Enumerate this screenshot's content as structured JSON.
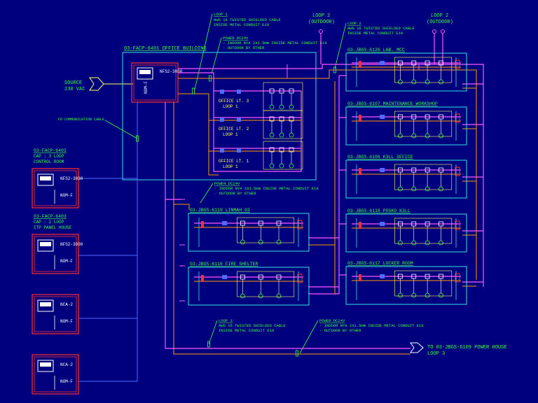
{
  "colors": {
    "background": "#00007f",
    "cyan": "#36e0e0",
    "green": "#3cff3c",
    "yellow": "#ffff55",
    "red": "#ff3030",
    "magenta": "#ff55ff",
    "orange": "#ff9a00",
    "white": "#ffffff",
    "blue": "#4d6dff"
  },
  "source": {
    "label": "SOURCE",
    "voltage": "230 VAC"
  },
  "comm_cable": "FO COMMUNICATION CABLE",
  "loop1_note": {
    "title": "LOOP 1",
    "l1": "AWG 16 TWISTED SHIELDED CABLE",
    "l2": "INSIDE METAL CONDUIT E19"
  },
  "loop2_note": {
    "title": "LOOP 2",
    "l1": "AWG 16 TWISTED SHIELDED CABLE",
    "l2": "INSIDE METAL CONDUIT E19"
  },
  "loop3_note": {
    "title": "LOOP 3",
    "l1": "AWG 16 TWISTED SHIELDED CABLE",
    "l2": "INSIDE METAL CONDUIT E19"
  },
  "power_note_1": {
    "title": "POWER DC24V",
    "l1": "- INDOOR NYA 2X1.5mm INSIDE METAL CONDUIT E19",
    "l2": "- OUTDOOR BY OTHER"
  },
  "power_note_2": {
    "title": "POWER DC24V",
    "l1": "- INDOOR NYA 2X1.5mm INSIDE METAL CONDUIT E19",
    "l2": "- OUTDOOR BY OTHER"
  },
  "power_note_3": {
    "title": "POWER DC24V",
    "l1": "- INDOOR NYA 2X1.5mm INSIDE METAL CONDUIT E19",
    "l2": "- OUTDOOR BY OTHER"
  },
  "loop2_outdoor_a": {
    "title": "LOOP 2",
    "sub": "(OUTDOOR)"
  },
  "loop2_outdoor_b": {
    "title": "LOOP 2",
    "sub": "(OUTDOOR)"
  },
  "office_building": {
    "title": "03-FACP-6401 OFFICE BUILDING",
    "panel": "NFS2-3030",
    "nom": "NOM-F"
  },
  "office_loops": [
    {
      "name": "OFFICE LT. 3",
      "loop": "LOOP 1"
    },
    {
      "name": "OFFICE LT. 2",
      "loop": "LOOP 1"
    },
    {
      "name": "OFFICE LT. 1",
      "loop": "LOOP 1"
    }
  ],
  "side_panels": [
    {
      "title": "03-FACP-6402",
      "l1": "CAP : 3 LOOP",
      "l2": "CONTROL ROOM",
      "panel": "NFS2-3030",
      "nom": "NOM-F"
    },
    {
      "title": "03-FACP-6403",
      "l1": "CAP : 2 LOOP",
      "l2": "ITP PANEL HOUSE",
      "panel": "NFS2-3030",
      "nom": "NOM-F"
    },
    {
      "title": "",
      "l1": "",
      "l2": "",
      "panel": "NCA-2",
      "nom": "NOM-F"
    },
    {
      "title": "",
      "l1": "",
      "l2": "",
      "panel": "NCA-2",
      "nom": "NOM-F"
    }
  ],
  "right_panels": [
    {
      "title": "03-JBGS-6120 LAB. MCC"
    },
    {
      "title": "03-JBGS-6107 MAINTENANCE WORKSHOP"
    },
    {
      "title": "03-JBGS-6106 K3LL OFFICE"
    },
    {
      "title": "03-JBGS-6118 POSKO K3LL"
    },
    {
      "title": "03-JBGS-6117 LOCKER ROOM"
    }
  ],
  "mid_panels": [
    {
      "title": "03-JBGS-6119 LINMAH 03"
    },
    {
      "title": "03-JBGS-6116 FIRE SHELTER"
    }
  ],
  "power_house": {
    "l1": "TO 03-JBGS-6109 POWER HOUSE",
    "l2": "LOOP 3"
  }
}
